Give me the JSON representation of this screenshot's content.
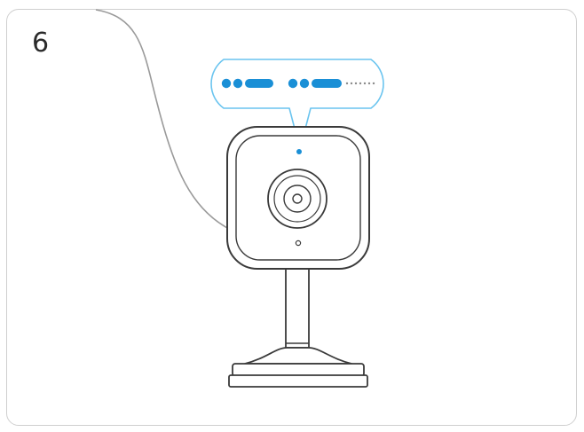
{
  "step": {
    "number": "6"
  },
  "led_callout": {
    "pattern": [
      {
        "group": 1,
        "marks": [
          "dot",
          "dot",
          "dash"
        ]
      },
      {
        "group": 2,
        "marks": [
          "dot",
          "dot",
          "dash",
          "faint-dots"
        ]
      }
    ],
    "colors": {
      "led_blue": "#1a8fd6",
      "callout_border": "#6ac4ef",
      "faint_dots": "#8a8a8a"
    }
  },
  "icons": [
    "camera-illustration",
    "cable",
    "lens",
    "status-led",
    "microphone-hole",
    "camera-stand"
  ],
  "colors": {
    "outline": "#3a3a3a",
    "panel_border": "#cfcfcf",
    "cable": "#9a9a9a"
  }
}
